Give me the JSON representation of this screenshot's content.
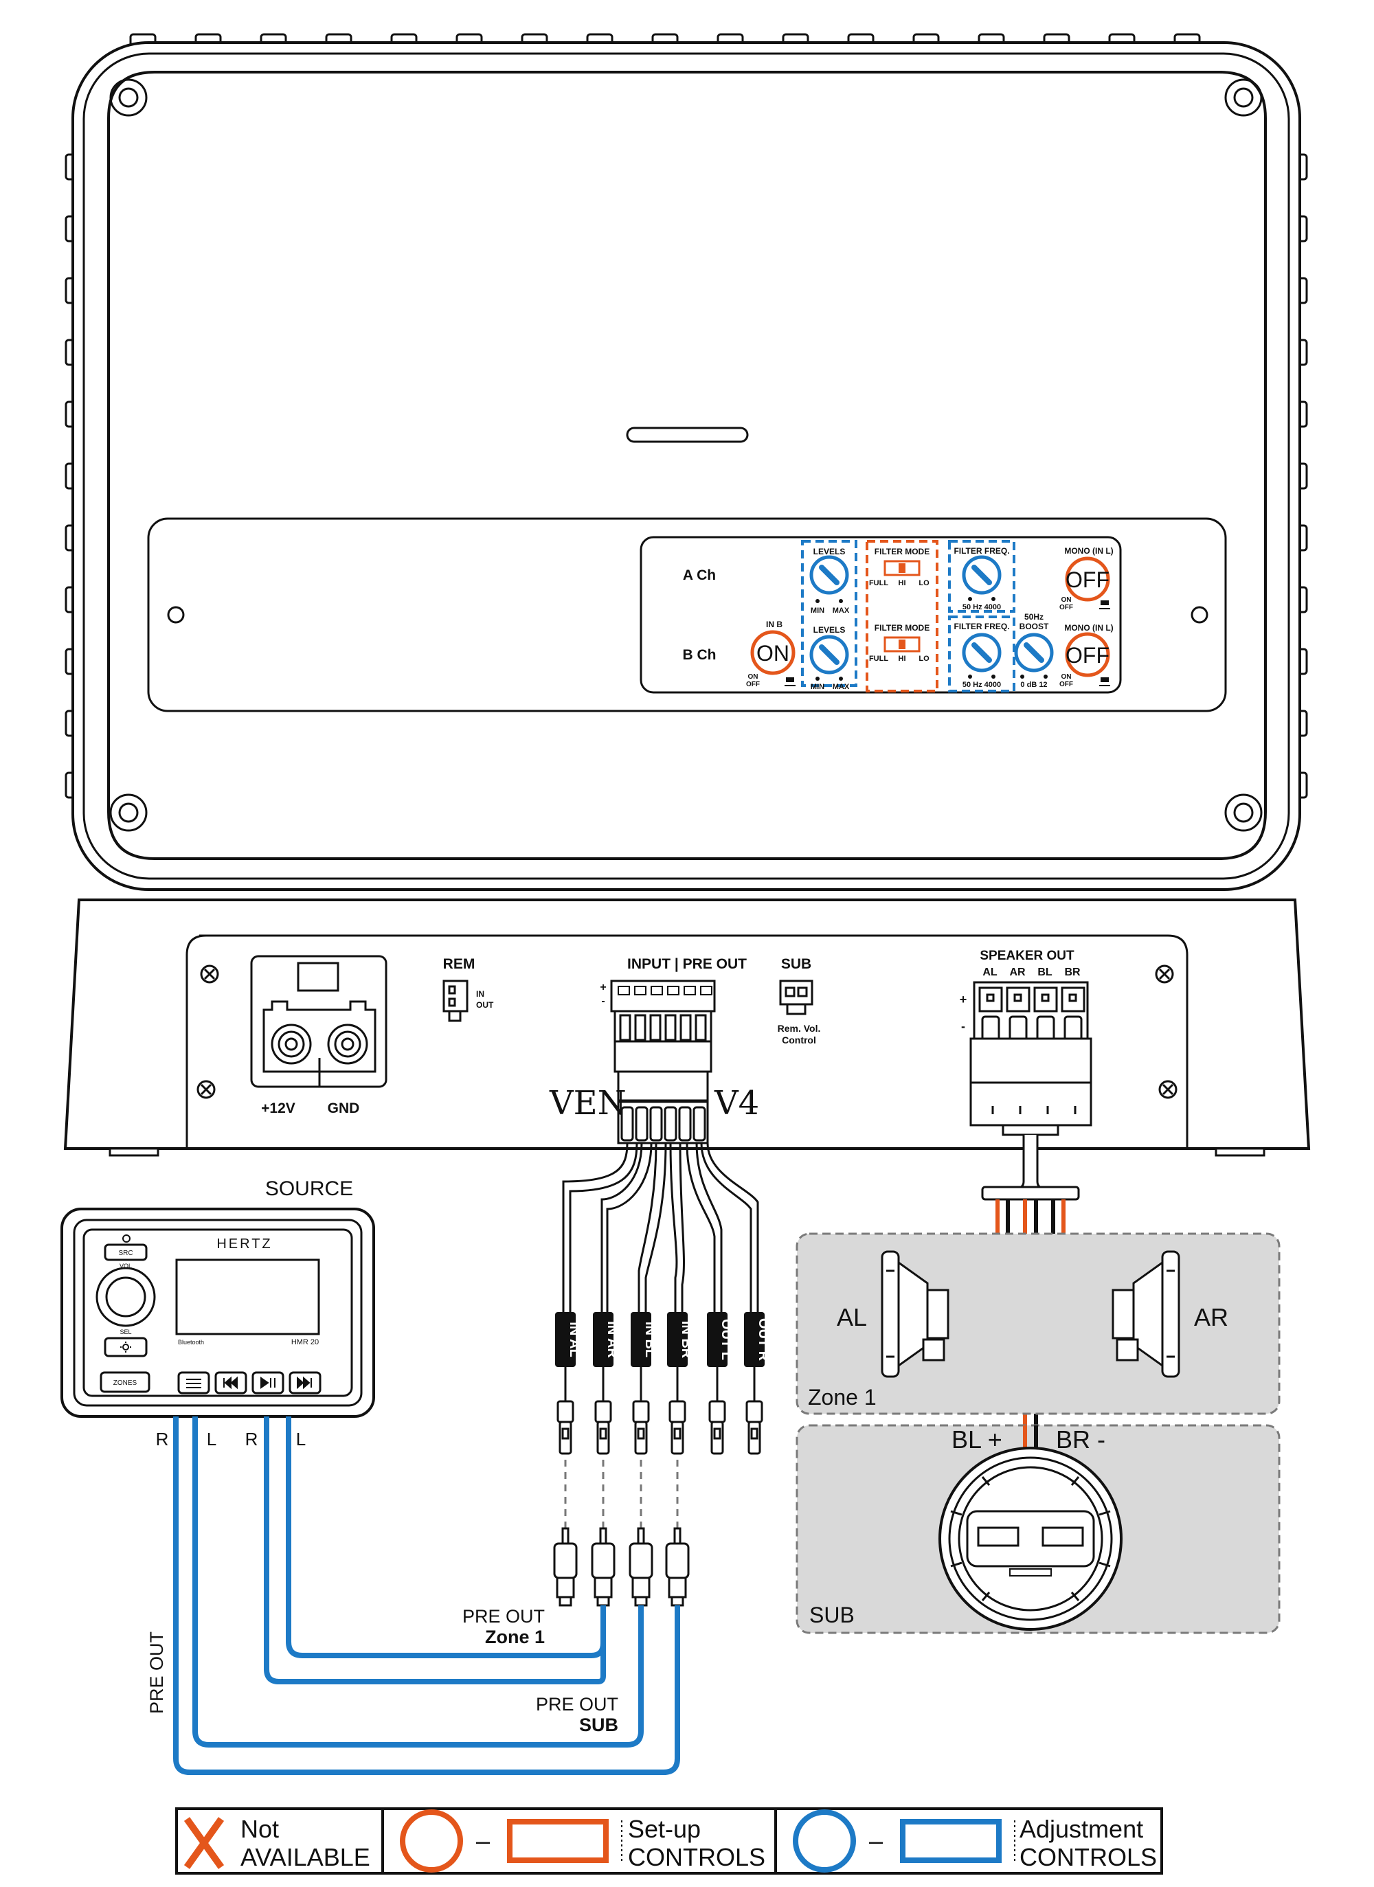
{
  "amp_top": {
    "a_ch": "A Ch",
    "b_ch": "B Ch",
    "levels": "LEVELS",
    "filter_mode": "FILTER MODE",
    "filter_freq": "FILTER FREQ.",
    "mono_in_l": "MONO (IN L)",
    "in_b": "IN B",
    "boost_line1": "50Hz",
    "boost_line2": "BOOST",
    "min": "MIN",
    "max": "MAX",
    "full": "FULL",
    "hi": "HI",
    "lo": "LO",
    "freq_scale": "50 Hz 4000",
    "boost_scale": "0 dB 12",
    "on": "ON",
    "off": "OFF",
    "switch_on": "ON",
    "switch_off": "OFF"
  },
  "amp_front": {
    "rem": "REM",
    "in": "IN",
    "out": "OUT",
    "input_pre_out": "INPUT | PRE OUT",
    "sub": "SUB",
    "rem_vol_1": "Rem. Vol.",
    "rem_vol_2": "Control",
    "speaker_out": "SPEAKER OUT",
    "spk_al": "AL",
    "spk_ar": "AR",
    "spk_bl": "BL",
    "spk_br": "BR",
    "plus": "+",
    "minus": "-",
    "v12": "+12V",
    "gnd": "GND",
    "brand_left": "VEN",
    "brand_right": "V4"
  },
  "source": {
    "title": "SOURCE",
    "brand": "HERTZ",
    "model": "HMR 20",
    "bluetooth": "Bluetooth",
    "src": "SRC",
    "vol": "VOL",
    "sel": "SEL",
    "zones": "ZONES",
    "r1": "R",
    "l1": "L",
    "r2": "R",
    "l2": "L"
  },
  "rca_labels": [
    "IN AL",
    "IN AR",
    "IN BL",
    "IN BR",
    "OUT L",
    "OUT R"
  ],
  "callouts": {
    "pre_out_zone1_1": "PRE OUT",
    "pre_out_zone1_2": "Zone 1",
    "pre_out_sub_1": "PRE OUT",
    "pre_out_sub_2": "SUB",
    "pre_out_vertical": "PRE OUT"
  },
  "speakers": {
    "al": "AL",
    "ar": "AR",
    "zone1": "Zone 1",
    "bl_plus": "BL +",
    "br_minus": "BR -",
    "sub": "SUB"
  },
  "legend": {
    "not": "Not",
    "available": "AVAILABLE",
    "setup_1": "Set-up",
    "setup_2": "CONTROLS",
    "adjust_1": "Adjustment",
    "adjust_2": "CONTROLS",
    "dash": "–"
  },
  "colors": {
    "setup": "#e4561b",
    "adjust": "#1d7ac6",
    "line": "#111111",
    "zone_fill": "#d9d9d9"
  }
}
